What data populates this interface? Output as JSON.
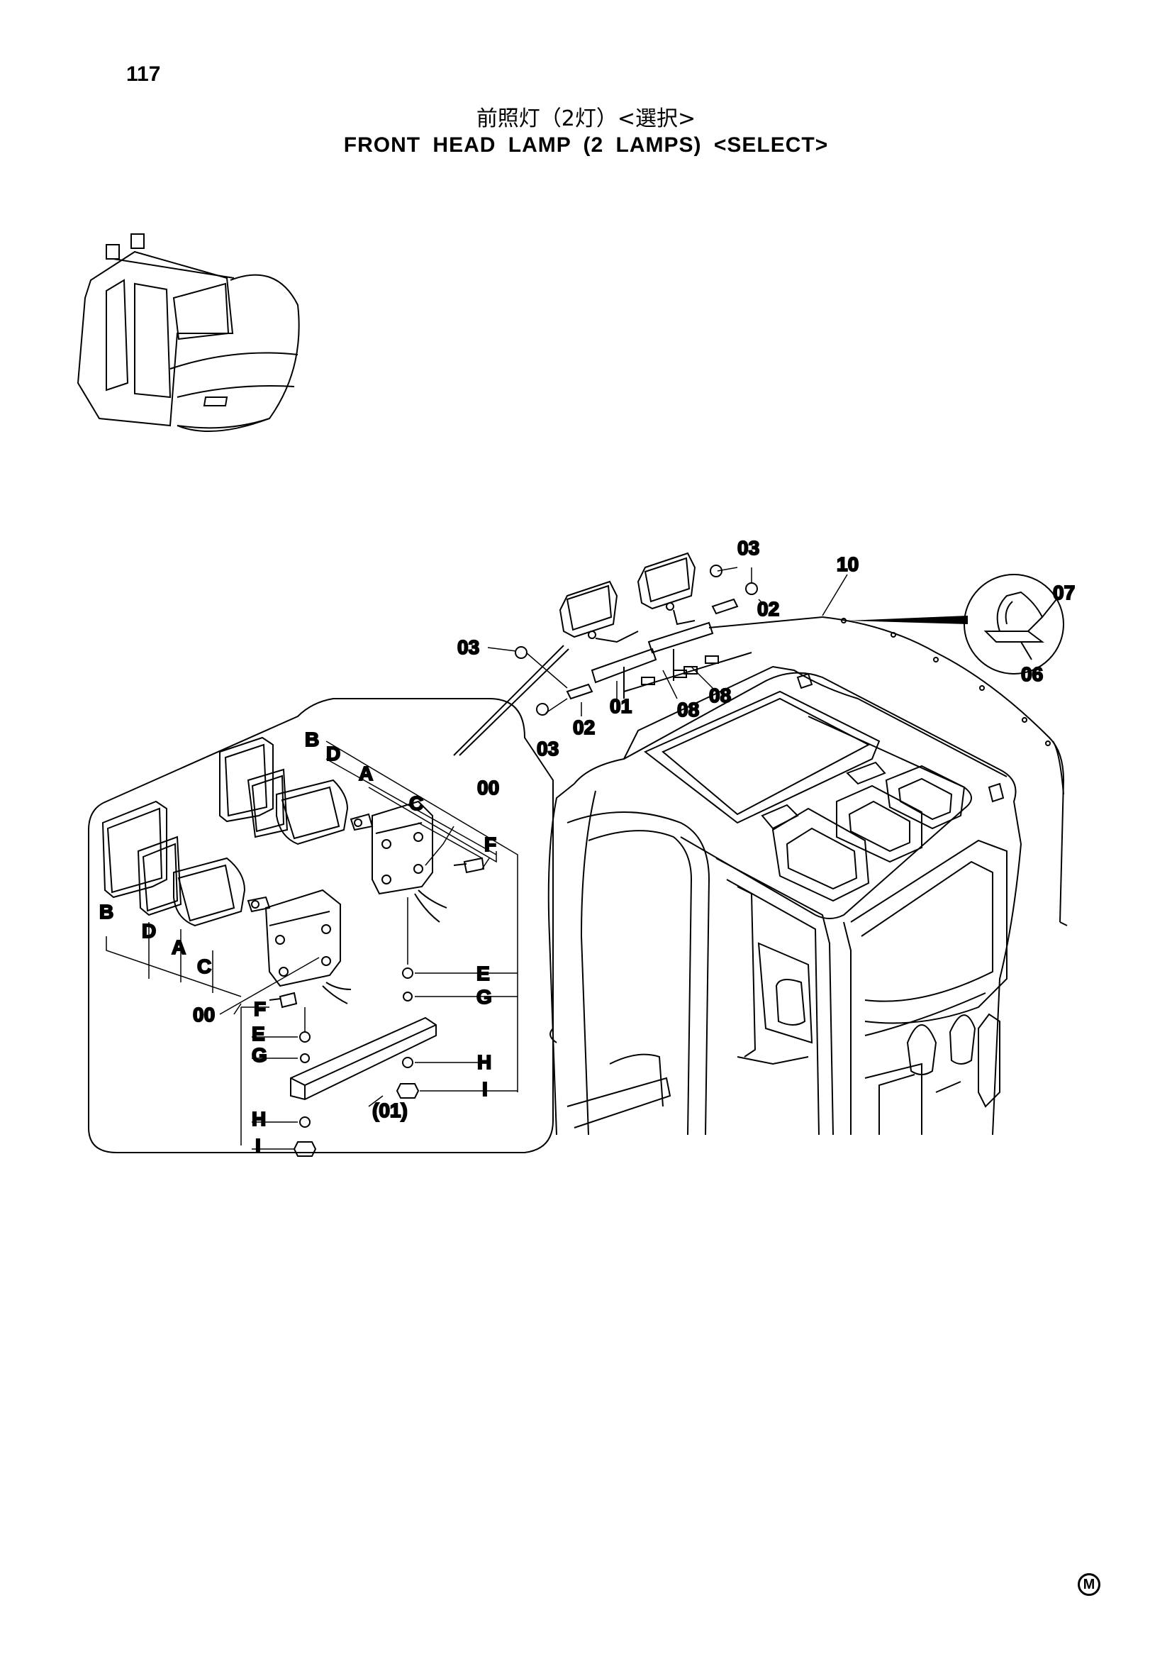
{
  "page": {
    "number": "117",
    "title_jp": "前照灯（2灯）<選択>",
    "title_en": "FRONT  HEAD  LAMP  (2  LAMPS)  <SELECT>",
    "mark": "M"
  },
  "callouts": {
    "top_03": "03",
    "w10": "10",
    "c07": "07",
    "c06": "06",
    "r02": "02",
    "l03": "03",
    "c01": "01",
    "c08a": "08",
    "c08b": "08",
    "l02": "02",
    "b03": "03"
  },
  "detail": {
    "B1": "B",
    "D1": "D",
    "A1": "A",
    "C1": "C",
    "n00a": "00",
    "F1": "F",
    "B2": "B",
    "D2": "D",
    "A2": "A",
    "C2": "C",
    "n00b": "00",
    "E1": "E",
    "G1": "G",
    "H1": "H",
    "I1": "I",
    "F2": "F",
    "E2": "E",
    "G2": "G",
    "H2": "H",
    "I2": "I",
    "n01": "(01)"
  }
}
